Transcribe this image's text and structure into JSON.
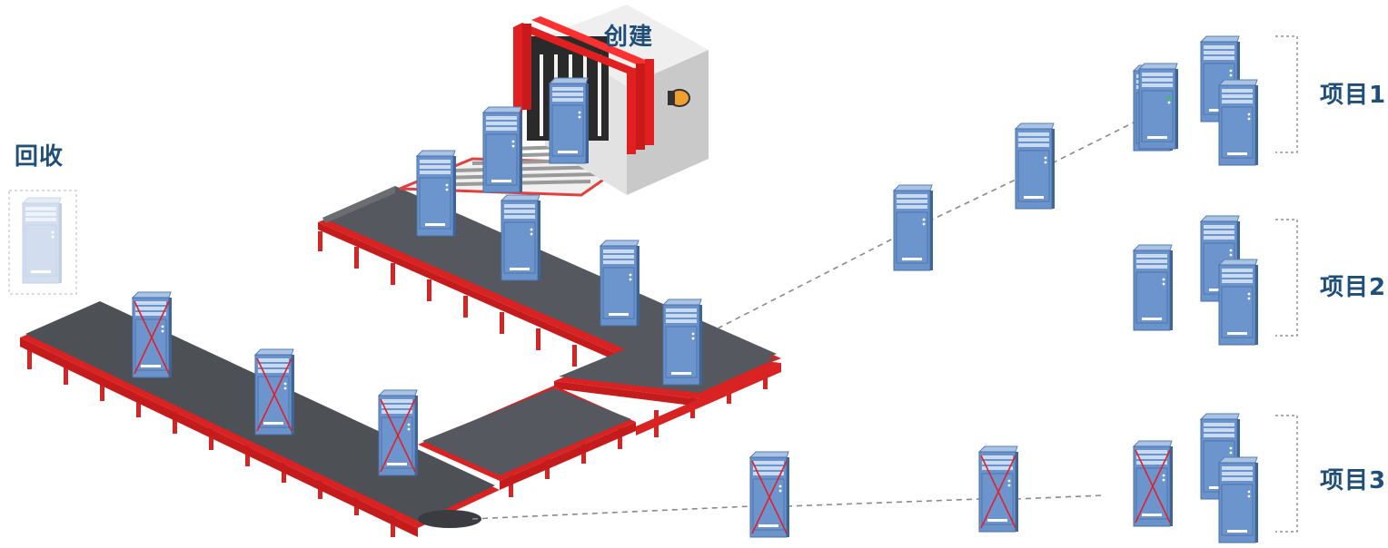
{
  "labels": {
    "create": "创建",
    "recycle": "回收",
    "project1": "项目1",
    "project2": "项目2",
    "project3": "项目3"
  },
  "colors": {
    "label": "#1f4e79",
    "belt": "#4a4d52",
    "frame_red": "#e02020",
    "server_face": "#5b86c2",
    "server_top": "#8fb0db",
    "cross": "#e0202e",
    "dashed_line": "#8a8a8a",
    "machine": "#d9d9d9"
  }
}
